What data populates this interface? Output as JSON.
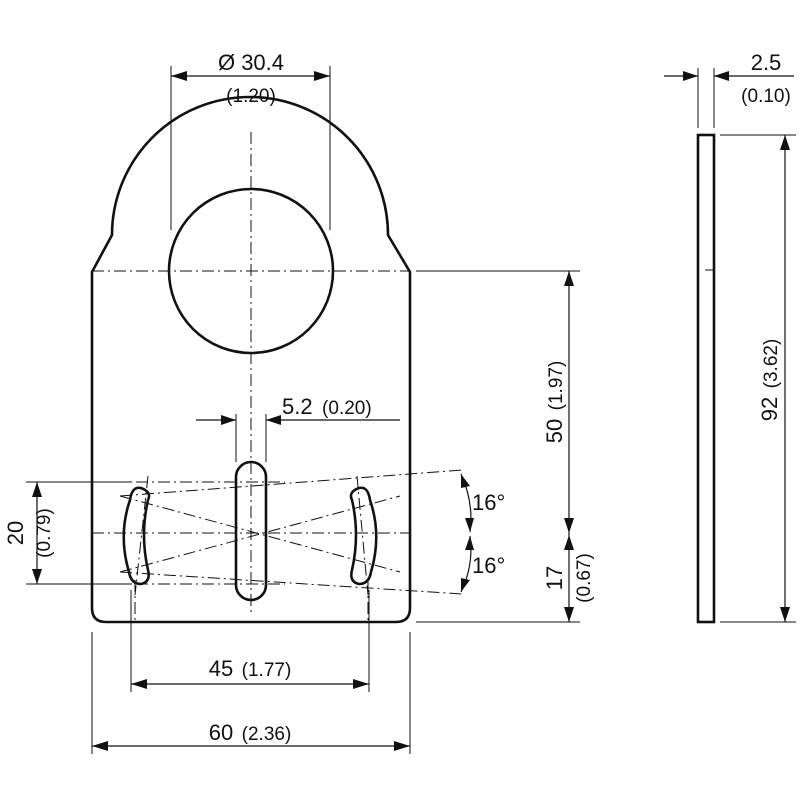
{
  "dimensions": {
    "hole_diameter": {
      "value": "Ø 30.4",
      "inch": "(1.20)"
    },
    "thickness": {
      "value": "2.5",
      "inch": "(0.10)"
    },
    "slot_width": {
      "value": "5.2",
      "inch": "(0.20)"
    },
    "height_upper": {
      "value": "50",
      "inch": "(1.97)"
    },
    "height_lower": {
      "value": "17",
      "inch": "(0.67)"
    },
    "total_height": {
      "value": "92",
      "inch": "(3.62)"
    },
    "slot_height": {
      "value": "20",
      "inch": "(0.79)"
    },
    "angle_top": {
      "value": "16°"
    },
    "angle_bottom": {
      "value": "16°"
    },
    "hole_spacing": {
      "value": "45",
      "inch": "(1.77)"
    },
    "width": {
      "value": "60",
      "inch": "(2.36)"
    }
  }
}
